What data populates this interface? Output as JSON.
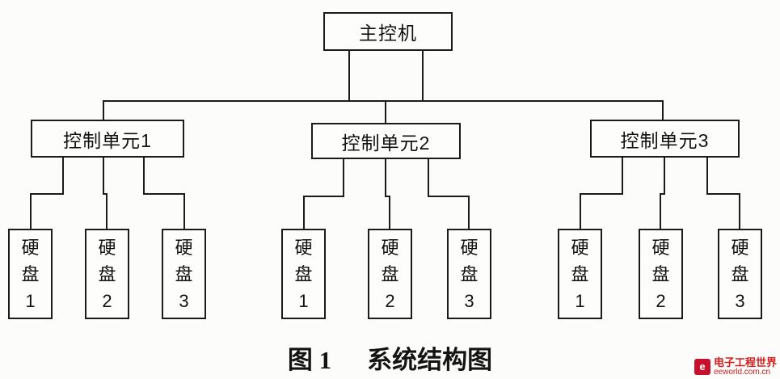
{
  "diagram": {
    "root_label": "主控机",
    "controllers": [
      {
        "label": "控制单元1",
        "disks": [
          "硬\n盘\n1",
          "硬\n盘\n2",
          "硬\n盘\n3"
        ]
      },
      {
        "label": "控制单元2",
        "disks": [
          "硬\n盘\n1",
          "硬\n盘\n2",
          "硬\n盘\n3"
        ]
      },
      {
        "label": "控制单元3",
        "disks": [
          "硬\n盘\n1",
          "硬\n盘\n2",
          "硬\n盘\n3"
        ]
      }
    ],
    "caption": {
      "figure_label": "图 1",
      "title": "系统结构图"
    }
  },
  "watermark": {
    "icon_letter": "e",
    "site_name": "电子工程世界",
    "site_url": "eeworld.com.cn"
  },
  "colors": {
    "line": "#1b1b1b",
    "accent_red": "#d02020",
    "background": "#fcfcfa"
  }
}
